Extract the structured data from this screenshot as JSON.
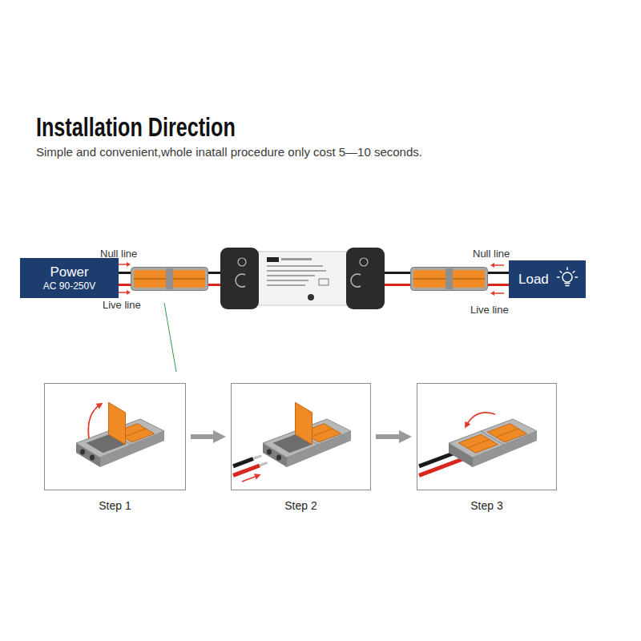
{
  "diagram": {
    "title": "Installation Direction",
    "caption": "Simple and convenient,whole inatall procedure only cost 5—10 seconds.",
    "nodes": [
      {
        "text": [
          "Power",
          "AC 90-250V"
        ]
      },
      {
        "text": [
          "Load"
        ]
      },
      {
        "text": [
          "Step 1"
        ]
      },
      {
        "text": [
          "Step 2"
        ]
      },
      {
        "text": [
          "Step 3"
        ]
      }
    ],
    "edges": [
      {
        "from": 2,
        "to": 3,
        "arrow": "to"
      },
      {
        "from": 3,
        "to": 4,
        "arrow": "to"
      }
    ],
    "labels": [
      "Null line",
      "Live line",
      "Null line",
      "Live line"
    ]
  }
}
